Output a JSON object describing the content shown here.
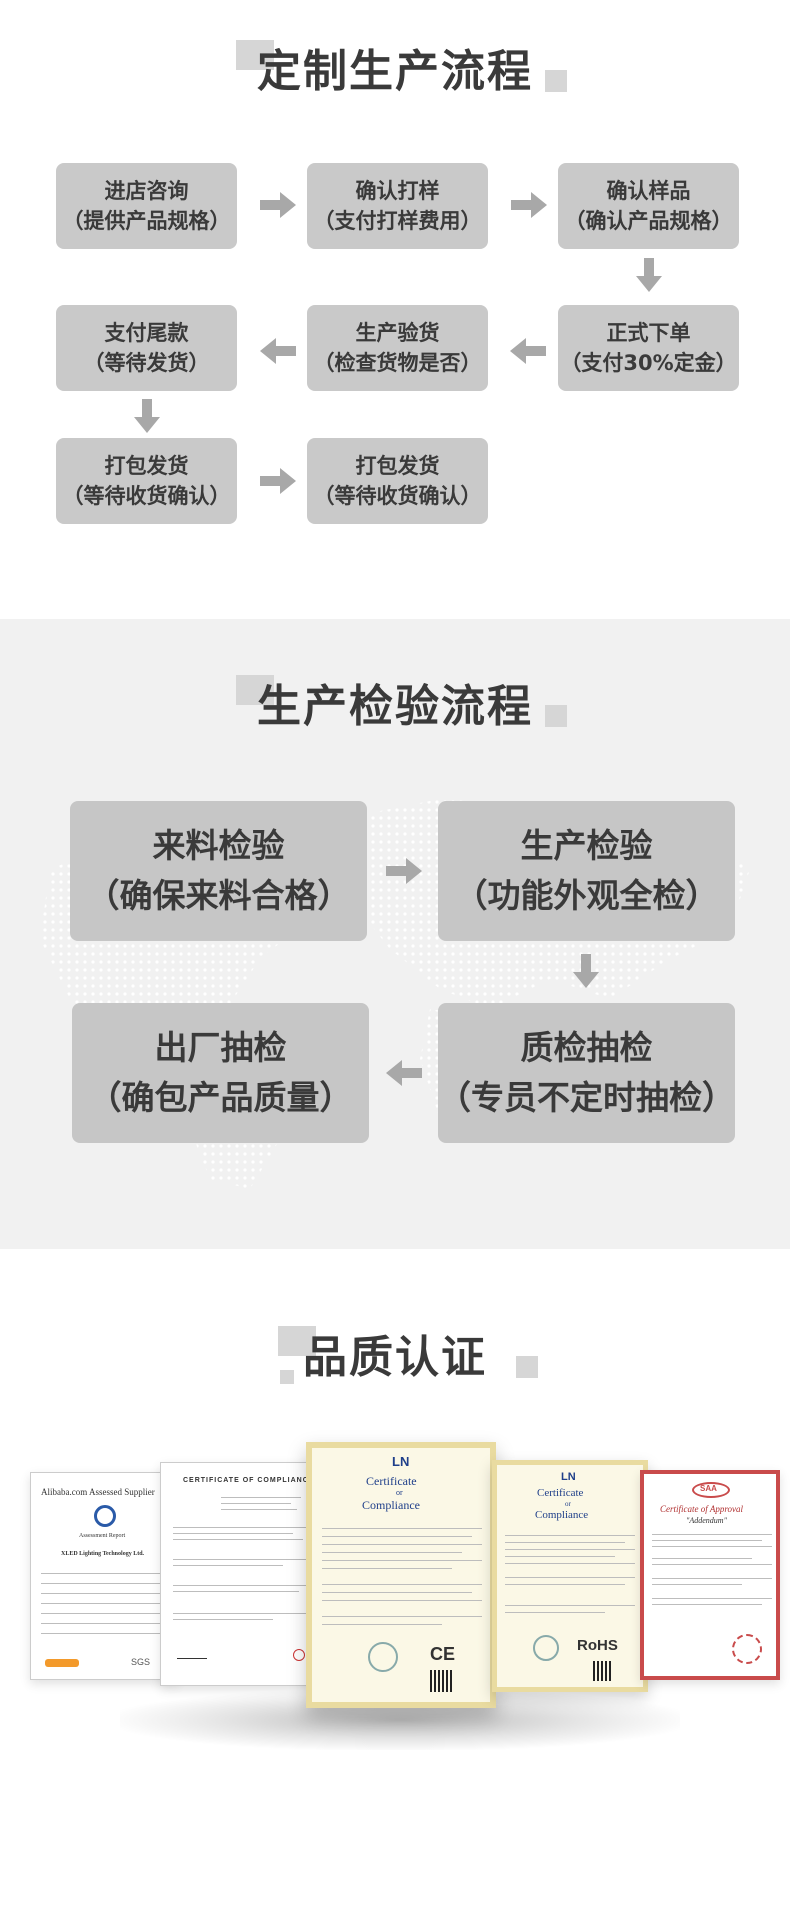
{
  "section1": {
    "title": "定制生产流程",
    "steps": [
      {
        "line1": "进店咨询",
        "line2": "（提供产品规格）"
      },
      {
        "line1": "确认打样",
        "line2": "（支付打样费用）"
      },
      {
        "line1": "确认样品",
        "line2": "（确认产品规格）"
      },
      {
        "line1": "支付尾款",
        "line2": "（等待发货）"
      },
      {
        "line1": "生产验货",
        "line2": "（检查货物是否）"
      },
      {
        "line1": "正式下单",
        "line2": "（支付30%定金）"
      },
      {
        "line1": "打包发货",
        "line2": "（等待收货确认）"
      },
      {
        "line1": "打包发货",
        "line2": "（等待收货确认）"
      }
    ]
  },
  "section2": {
    "title": "生产检验流程",
    "steps": [
      {
        "line1": "来料检验",
        "line2": "（确保来料合格）"
      },
      {
        "line1": "生产检验",
        "line2": "（功能外观全检）"
      },
      {
        "line1": "出厂抽检",
        "line2": "（确包产品质量）"
      },
      {
        "line1": "质检抽检",
        "line2": "（专员不定时抽检）"
      }
    ]
  },
  "section3": {
    "title": "品质认证",
    "certs": {
      "alibaba": {
        "heading": "Alibaba.com Assessed Supplier",
        "sub": "Assessment Report",
        "company": "XLED Lighting Technology Ltd.",
        "footer": "SGS"
      },
      "ce1": {
        "heading": "CERTIFICATE OF COMPLIANCE"
      },
      "ln1": {
        "logo": "LN",
        "line1": "Certificate",
        "line2": "or",
        "line3": "Compliance",
        "mark": "CE"
      },
      "ln2": {
        "logo": "LN",
        "line1": "Certificate",
        "line2": "or",
        "line3": "Compliance",
        "mark": "RoHS"
      },
      "saa": {
        "logo": "SAA",
        "line1": "Certificate of Approval",
        "line2": "\"Addendum\""
      }
    }
  },
  "colors": {
    "box": "#c9c9c9",
    "arrow": "#a8a8a8",
    "title": "#3a3a3a",
    "section_bg": "#f1f1f1"
  }
}
